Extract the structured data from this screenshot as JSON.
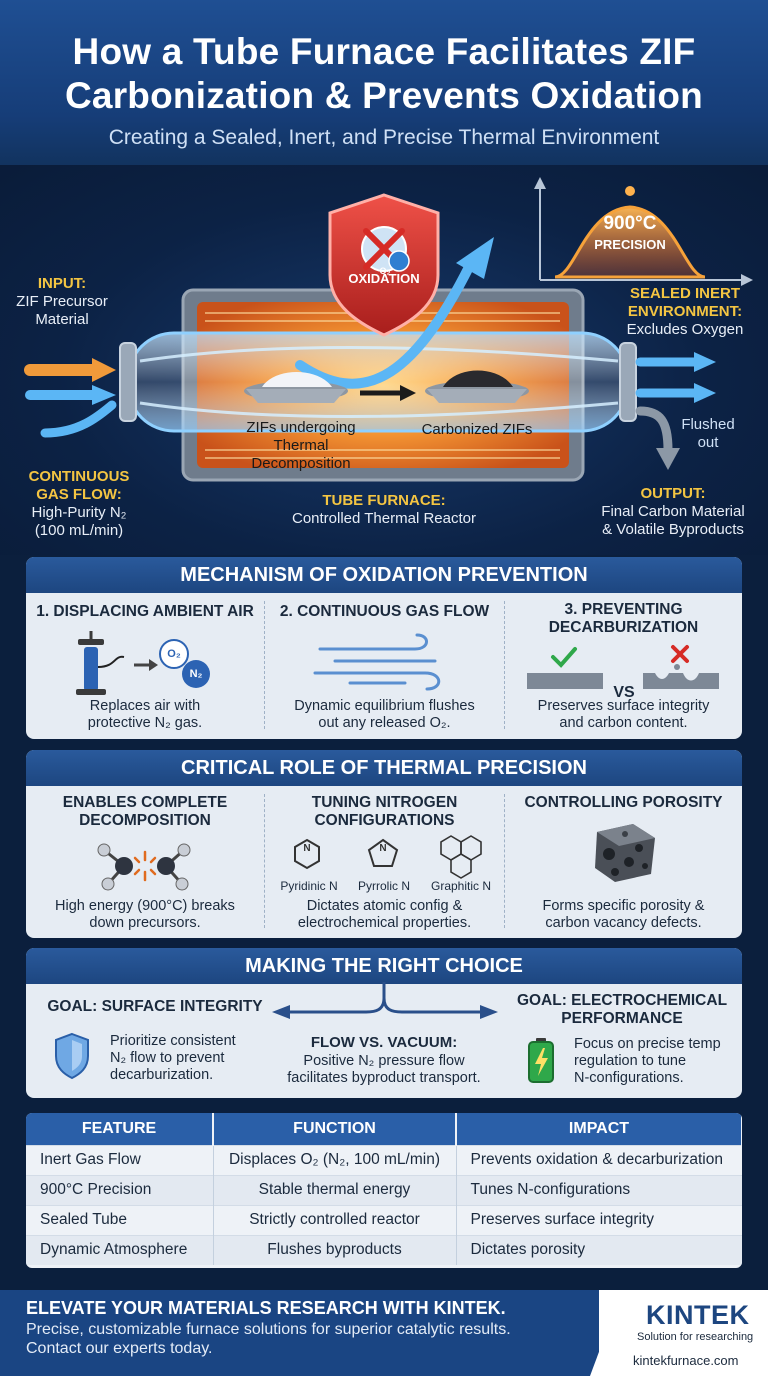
{
  "header": {
    "title_line1": "How a Tube Furnace Facilitates ZIF",
    "title_line2": "Carbonization & Prevents Oxidation",
    "subtitle": "Creating a Sealed, Inert, and Precise Thermal Environment"
  },
  "diagram": {
    "input_title": "INPUT:",
    "input_line1": "ZIF Precursor",
    "input_line2": "Material",
    "shield_label": "OXIDATION",
    "o2_badge": "O₂",
    "temp_value": "900°C",
    "temp_label": "PRECISION",
    "sealed_title1": "SEALED INERT",
    "sealed_title2": "ENVIRONMENT:",
    "sealed_desc": "Excludes Oxygen",
    "flow_title1": "CONTINUOUS",
    "flow_title2": "GAS FLOW:",
    "flow_line1": "High-Purity N₂",
    "flow_line2": "(100 mL/min)",
    "zif_line1": "ZIFs undergoing",
    "zif_line2": "Thermal Decomposition",
    "carbonized": "Carbonized ZIFs",
    "flushed_line1": "Flushed",
    "flushed_line2": "out",
    "furnace_title": "TUBE FURNACE:",
    "furnace_desc": "Controlled Thermal Reactor",
    "output_title": "OUTPUT:",
    "output_line1": "Final Carbon Material",
    "output_line2": "& Volatile Byproducts"
  },
  "mechanism": {
    "heading": "MECHANISM OF OXIDATION PREVENTION",
    "items": [
      {
        "title": "1. DISPLACING AMBIENT AIR",
        "desc1": "Replaces air with",
        "desc2": "protective N₂ gas."
      },
      {
        "title": "2. CONTINUOUS GAS FLOW",
        "desc1": "Dynamic equilibrium flushes",
        "desc2": "out any released O₂."
      },
      {
        "title1": "3. PREVENTING",
        "title2": "DECARBURIZATION",
        "desc1": "Preserves surface integrity",
        "desc2": "and carbon content."
      }
    ],
    "o2_circle": "O₂",
    "n2_circle": "N₂",
    "vs_label": "VS"
  },
  "thermal": {
    "heading": "CRITICAL ROLE OF THERMAL PRECISION",
    "items": [
      {
        "title1": "ENABLES COMPLETE",
        "title2": "DECOMPOSITION",
        "desc1": "High energy (900°C) breaks",
        "desc2": "down precursors."
      },
      {
        "title1": "TUNING NITROGEN",
        "title2": "CONFIGURATIONS",
        "desc1": "Dictates atomic config &",
        "desc2": "electrochemical properties."
      },
      {
        "title1": "CONTROLLING POROSITY",
        "desc1": "Forms specific porosity &",
        "desc2": "carbon vacancy defects."
      }
    ],
    "n_types": [
      "Pyridinic N",
      "Pyrrolic N",
      "Graphitic N"
    ]
  },
  "choice": {
    "heading": "MAKING THE RIGHT CHOICE",
    "left_title": "GOAL: SURFACE INTEGRITY",
    "left_desc1": "Prioritize consistent",
    "left_desc2": "N₂ flow to prevent",
    "left_desc3": "decarburization.",
    "center_title": "FLOW VS. VACUUM:",
    "center_desc1": "Positive N₂ pressure flow",
    "center_desc2": "facilitates byproduct transport.",
    "right_title1": "GOAL: ELECTROCHEMICAL",
    "right_title2": "PERFORMANCE",
    "right_desc1": "Focus on precise temp",
    "right_desc2": "regulation to tune",
    "right_desc3": "N-configurations."
  },
  "table": {
    "headers": [
      "FEATURE",
      "FUNCTION",
      "IMPACT"
    ],
    "rows": [
      [
        "Inert Gas Flow",
        "Displaces O₂ (N₂, 100 mL/min)",
        "Prevents oxidation & decarburization"
      ],
      [
        "900°C Precision",
        "Stable thermal energy",
        "Tunes N-configurations"
      ],
      [
        "Sealed Tube",
        "Strictly controlled reactor",
        "Preserves surface integrity"
      ],
      [
        "Dynamic Atmosphere",
        "Flushes byproducts",
        "Dictates porosity"
      ]
    ]
  },
  "footer": {
    "cta": "ELEVATE YOUR MATERIALS RESEARCH WITH KINTEK.",
    "sub1": "Precise, customizable furnace solutions for superior catalytic results.",
    "sub2": "Contact our experts today.",
    "logo": "KINTEK",
    "tagline": "Solution for researching",
    "website": "kintekfurnace.com"
  },
  "colors": {
    "navy": "#0b1f3d",
    "header_blue": "#1f4f93",
    "accent_yellow": "#f4c542",
    "furnace_orange": "#f08a2a",
    "flow_blue": "#5bb6f5",
    "alert_red": "#d93a34",
    "panel_bg": "#e6ecf3"
  }
}
